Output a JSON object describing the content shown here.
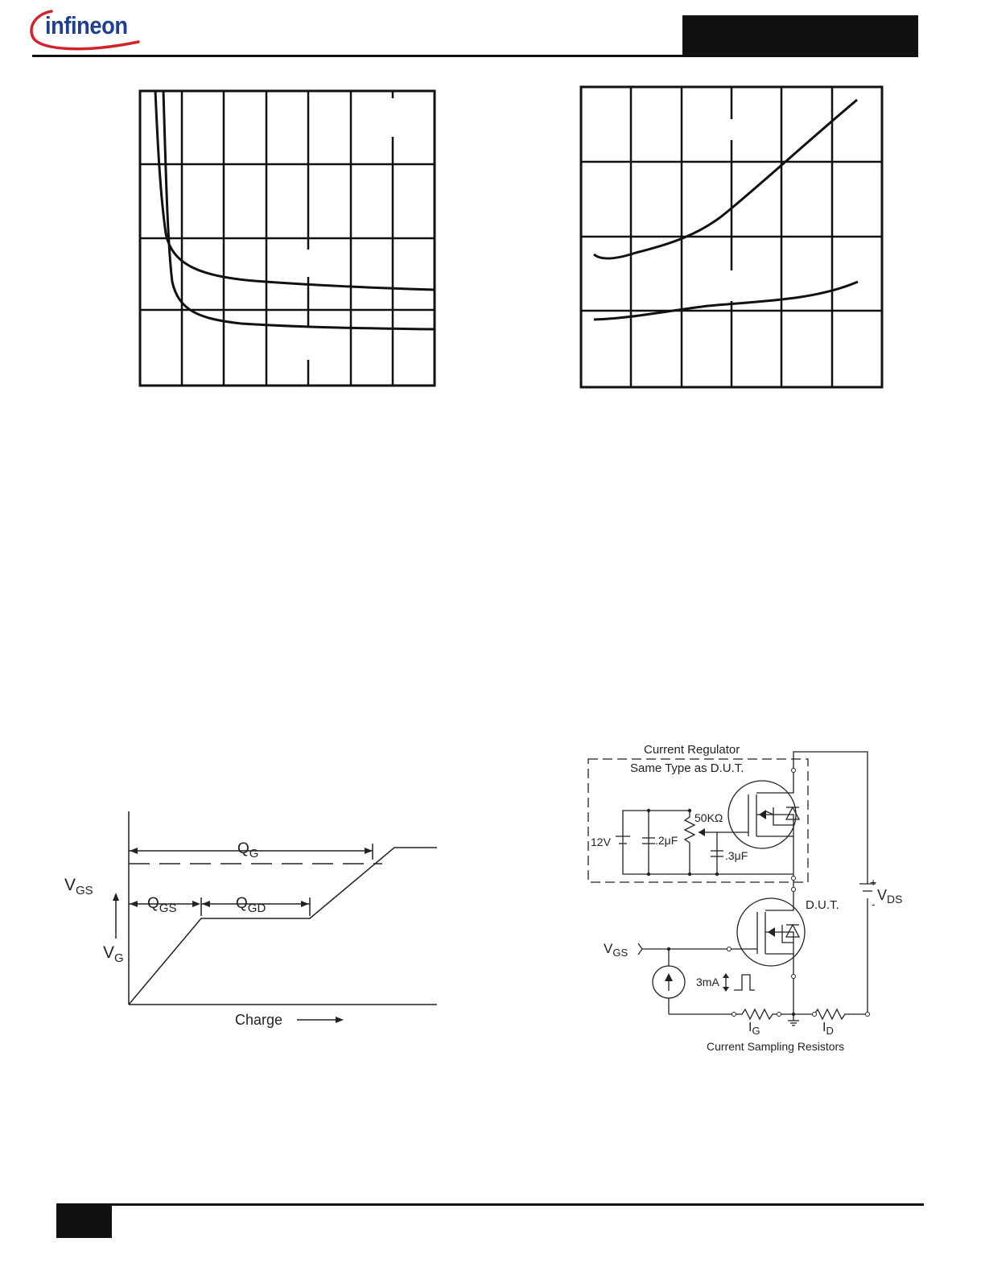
{
  "header": {
    "logo_text": "infineon",
    "brand_color": "#1f3f8f",
    "accent_color": "#d2232a"
  },
  "charge_diagram": {
    "qg": "Q",
    "qg_sub": "G",
    "qgs": "Q",
    "qgs_sub": "GS",
    "qgd": "Q",
    "qgd_sub": "GD",
    "vgs": "V",
    "vgs_sub": "GS",
    "vg": "V",
    "vg_sub": "G",
    "charge": "Charge"
  },
  "test_circuit": {
    "regulator_title": "Current Regulator",
    "regulator_subtitle": "Same  Type  as  D.U.T.",
    "pot": "50KΩ",
    "battery": "12V",
    "cap1": ".2μF",
    "cap2": ".3μF",
    "dut": "D.U.T.",
    "vds": "V",
    "vds_sub": "DS",
    "vds_plus": "+",
    "vds_minus": "-",
    "vgs": "V",
    "vgs_sub": "GS",
    "pulse": "3mA",
    "ig": "I",
    "ig_sub": "G",
    "id": "I",
    "id_sub": "D",
    "sampling": "Current  Sampling  Resistors"
  }
}
